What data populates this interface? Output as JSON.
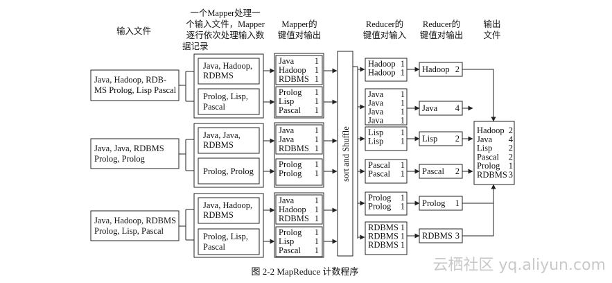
{
  "headers": {
    "input_file": "输入文件",
    "mapper_lines": [
      "一个Mapper处理一",
      "个输入文件，Mapper",
      "逐行依次处理输入数",
      "据记录"
    ],
    "mapper_output": [
      "Mapper的",
      "键值对输出"
    ],
    "reducer_input": [
      "Reducer的",
      "键值对输入"
    ],
    "reducer_output": [
      "Reducer的",
      "键值对输出"
    ],
    "output_file": [
      "输出",
      "文件"
    ]
  },
  "input_files": [
    [
      "Java, Hadoop, RDB-",
      "MS Prolog, Lisp Pascal"
    ],
    [
      "Java, Java, RDBMS",
      "Prolog, Prolog"
    ],
    [
      "Java, Hadoop, RDBMS",
      "Prolog, Lisp, Pascal"
    ]
  ],
  "mapper_inputs": [
    [
      "Java, Hadoop,",
      "RDBMS"
    ],
    [
      "Prolog, Lisp,",
      "Pascal"
    ],
    [
      "Java, Java,",
      "RDBMS"
    ],
    [
      "Prolog, Prolog"
    ],
    [
      "Java, Hadoop,",
      "RDBMS"
    ],
    [
      "Prolog, Lisp,",
      "Pascal"
    ]
  ],
  "mapper_outputs": [
    [
      [
        "Java",
        "1"
      ],
      [
        "Hadoop",
        "1"
      ],
      [
        "RDBMS",
        "1"
      ]
    ],
    [
      [
        "Prolog",
        "1"
      ],
      [
        "Lisp",
        "1"
      ],
      [
        "Pascal",
        "1"
      ]
    ],
    [
      [
        "Java",
        "1"
      ],
      [
        "Java",
        "1"
      ],
      [
        "RDBMS",
        "1"
      ]
    ],
    [
      [
        "Prolog",
        "1"
      ],
      [
        "Prolog",
        "1"
      ]
    ],
    [
      [
        "Java",
        "1"
      ],
      [
        "Hadoop",
        "1"
      ],
      [
        "RDBMS",
        "1"
      ]
    ],
    [
      [
        "Prolog",
        "1"
      ],
      [
        "Lisp",
        "1"
      ],
      [
        "Pascal",
        "1"
      ]
    ]
  ],
  "shuffle_label": "sort and Shuffle",
  "reducer_inputs": [
    [
      [
        "Hadoop",
        "1"
      ],
      [
        "Hadoop",
        "1"
      ]
    ],
    [
      [
        "Java",
        "1"
      ],
      [
        "Java",
        "1"
      ],
      [
        "Java",
        "1"
      ],
      [
        "Java",
        "1"
      ]
    ],
    [
      [
        "Lisp",
        "1"
      ],
      [
        "Lisp",
        "1"
      ]
    ],
    [
      [
        "Pascal",
        "1"
      ],
      [
        "Pascal",
        "1"
      ]
    ],
    [
      [
        "Prolog",
        "1"
      ],
      [
        "Prolog",
        "1"
      ]
    ],
    [
      [
        "RDBMS",
        "1"
      ],
      [
        "RDBMS",
        "1"
      ],
      [
        "RDBMS",
        "1"
      ]
    ]
  ],
  "reducer_outputs": [
    [
      "Hadoop",
      "2"
    ],
    [
      "Java",
      "4"
    ],
    [
      "Lisp",
      "2"
    ],
    [
      "Pascal",
      "2"
    ],
    [
      "Prolog",
      "1"
    ],
    [
      "RDBMS",
      "3"
    ]
  ],
  "output_result": [
    [
      "Hadoop",
      "2"
    ],
    [
      "Java",
      "4"
    ],
    [
      "Lisp",
      "2"
    ],
    [
      "Pascal",
      "2"
    ],
    [
      "Prolog",
      "1"
    ],
    [
      "RDBMS",
      "3"
    ]
  ],
  "caption": "图 2-2    MapReduce 计数程序",
  "watermark": "云栖社区 yq.aliyun.com"
}
